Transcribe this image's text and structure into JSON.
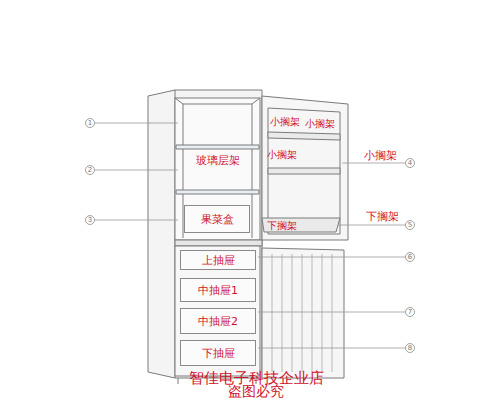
{
  "diagram": {
    "nodes": [
      {
        "text": [
          "果菜盒"
        ]
      },
      {
        "text": [
          "上抽屉"
        ]
      },
      {
        "text": [
          "中抽屉1"
        ]
      },
      {
        "text": [
          "中抽屉2"
        ]
      },
      {
        "text": [
          "下抽屉"
        ]
      }
    ],
    "labels": [
      "1",
      "2",
      "3",
      "小搁架",
      "小搁架",
      "玻璃层架",
      "小搁架",
      "小搁架",
      "4",
      "下搁架",
      "下搁架",
      "5",
      "6",
      "7",
      "8",
      "智佳电子科技企业店",
      "盗图必究"
    ]
  }
}
